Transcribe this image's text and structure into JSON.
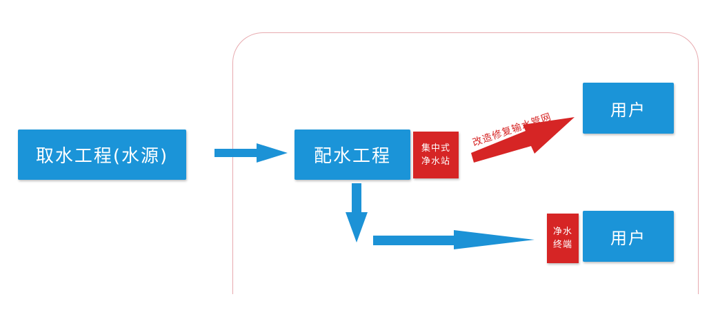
{
  "diagram": {
    "source_label": "取水工程(水源)",
    "distribution_label": "配水工程",
    "user_top_label": "用户",
    "user_bottom_label": "用户",
    "station_tag_line1": "集中式",
    "station_tag_line2": "净水站",
    "terminal_tag_line1": "净水",
    "terminal_tag_line2": "终端",
    "pipe_label": "改造修复输水管网"
  },
  "colors": {
    "box_blue": "#1b94d8",
    "arrow_blue": "#1c92d6",
    "tag_red": "#d62525",
    "frame_pink": "#e7a9ae"
  }
}
